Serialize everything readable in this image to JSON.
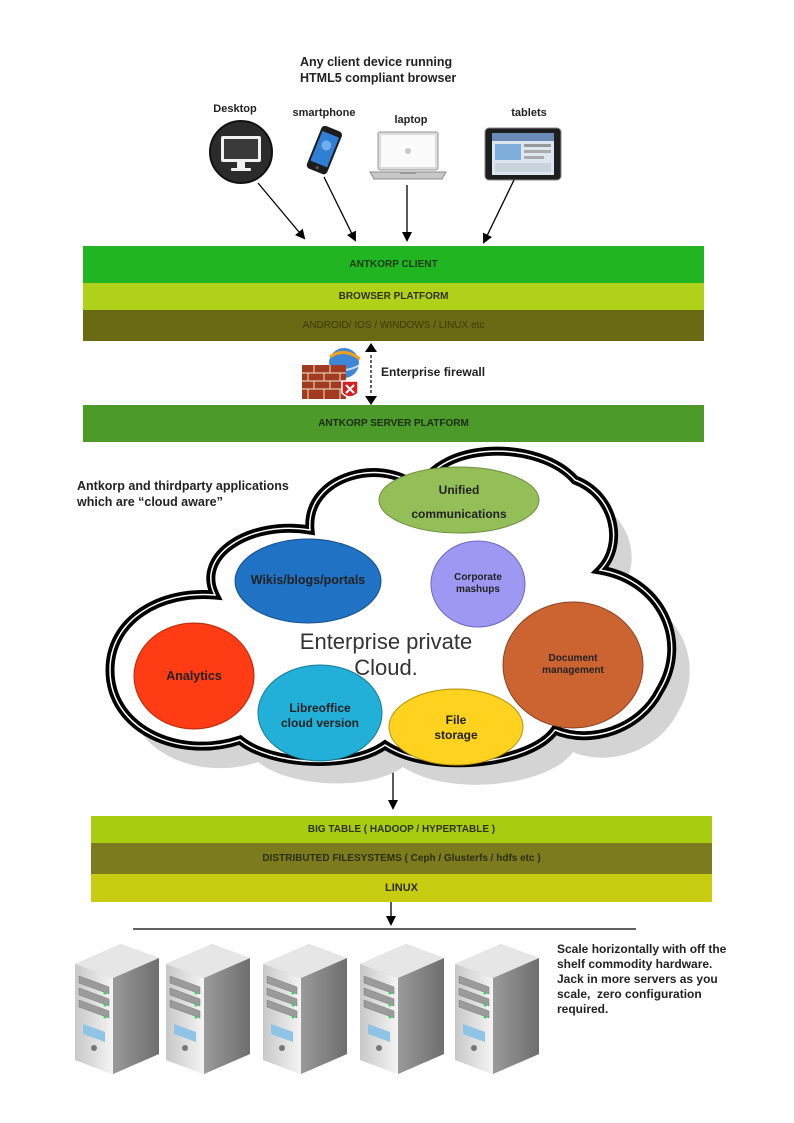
{
  "header": {
    "line1": "Any client device running",
    "line2": "HTML5 compliant browser"
  },
  "devices": [
    {
      "label": "Desktop",
      "icon": "desktop-monitor-icon"
    },
    {
      "label": "smartphone",
      "icon": "smartphone-icon"
    },
    {
      "label": "laptop",
      "icon": "laptop-icon"
    },
    {
      "label": "tablets",
      "icon": "tablet-icon"
    }
  ],
  "client_stack": {
    "client": "ANTKORP CLIENT",
    "browser": "BROWSER PLATFORM",
    "os": "ANDROID/ IOS / WINDOWS / LINUX etc"
  },
  "firewall": {
    "label": "Enterprise firewall",
    "icon": "firewall-icon"
  },
  "server_platform": "ANTKORP SERVER PLATFORM",
  "apps_caption": {
    "line1": "Antkorp and thirdparty applications",
    "line2": "which are “cloud aware”"
  },
  "cloud": {
    "title_line1": "Enterprise private",
    "title_line2": "Cloud.",
    "apps": {
      "unified_1": "Unified",
      "unified_2": "communications",
      "wikis": "Wikis/blogs/portals",
      "mashups_1": "Corporate",
      "mashups_2": "mashups",
      "analytics": "Analytics",
      "document_1": "Document",
      "document_2": "management",
      "libre_1": "Libreoffice",
      "libre_2": "cloud version",
      "file_1": "File",
      "file_2": "storage"
    }
  },
  "storage_stack": {
    "bigtable": "BIG TABLE ( HADOOP / HYPERTABLE )",
    "dfs": "DISTRIBUTED FILESYSTEMS ( Ceph / Glusterfs / hdfs etc )",
    "linux": "LINUX"
  },
  "servers_note": {
    "line1": "Scale horizontally with off the",
    "line2": "shelf commodity hardware.",
    "line3": "Jack in more servers as you",
    "line4": "scale,  zero configuration",
    "line5": "required."
  },
  "colors": {
    "client": "#22b522",
    "browser": "#b0d11a",
    "os": "#6b6a14",
    "server": "#4c9a2a",
    "bigtable": "#a8cc10",
    "dfs": "#7c7c1e",
    "linux": "#c8cc10",
    "unified": "#94bf58",
    "wikis": "#1f72c4",
    "mashups": "#9e98f2",
    "analytics": "#ff3c14",
    "document": "#cc6432",
    "libre": "#22b0d8",
    "file": "#fed21e"
  }
}
